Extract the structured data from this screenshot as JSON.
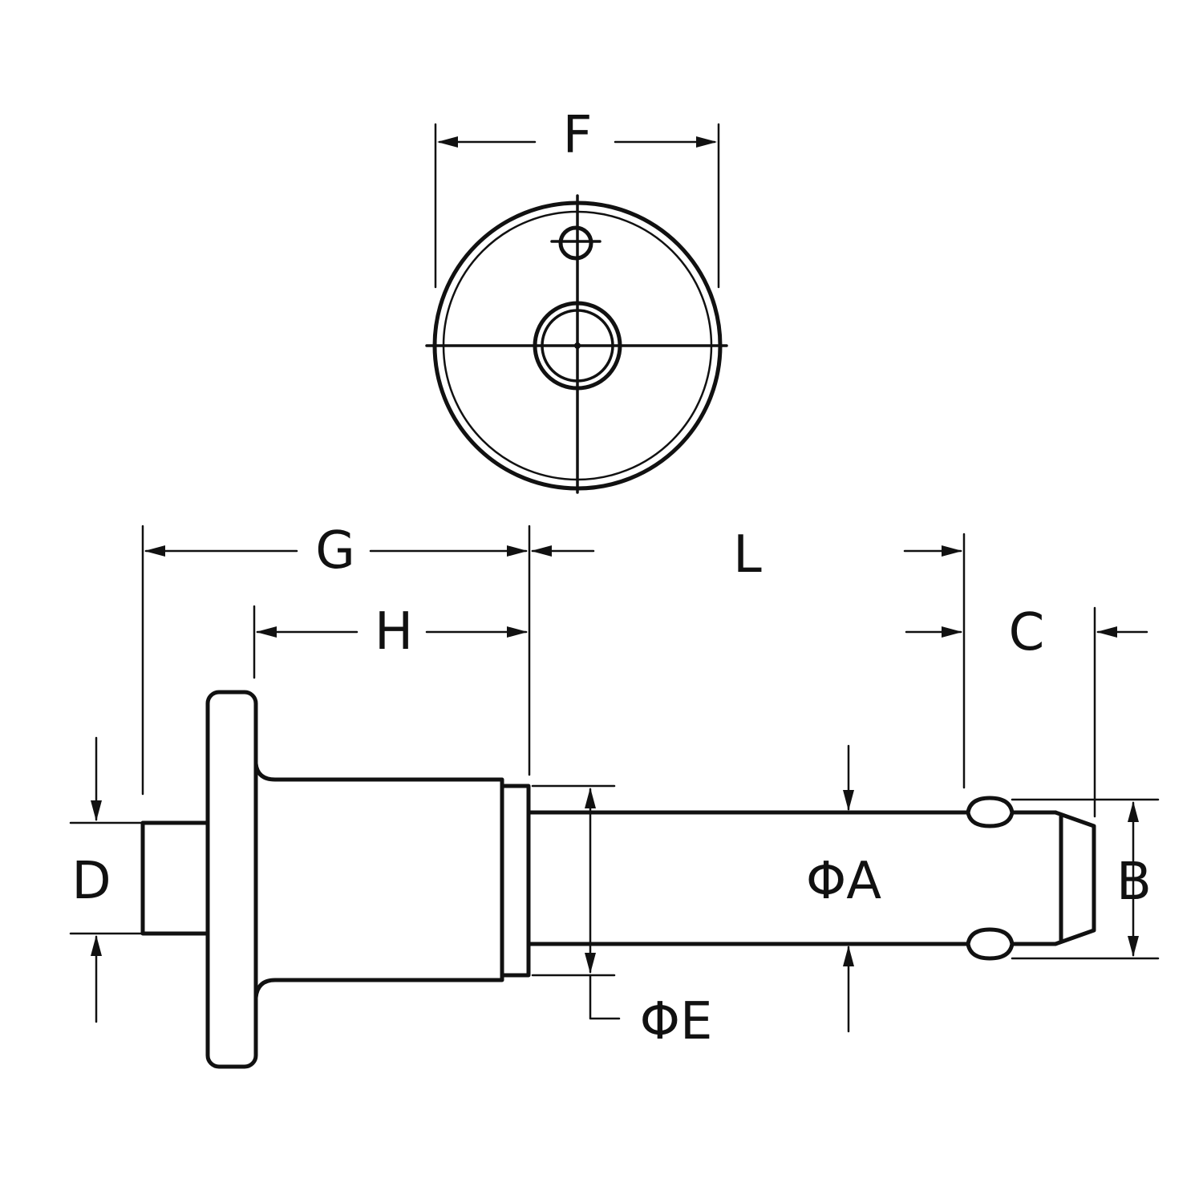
{
  "labels": {
    "F": "F",
    "G": "G",
    "H": "H",
    "L": "L",
    "C": "C",
    "D": "D",
    "B": "B",
    "A": "ΦA",
    "E": "ΦE"
  },
  "colors": {
    "line": "#111111",
    "background": "#ffffff"
  }
}
